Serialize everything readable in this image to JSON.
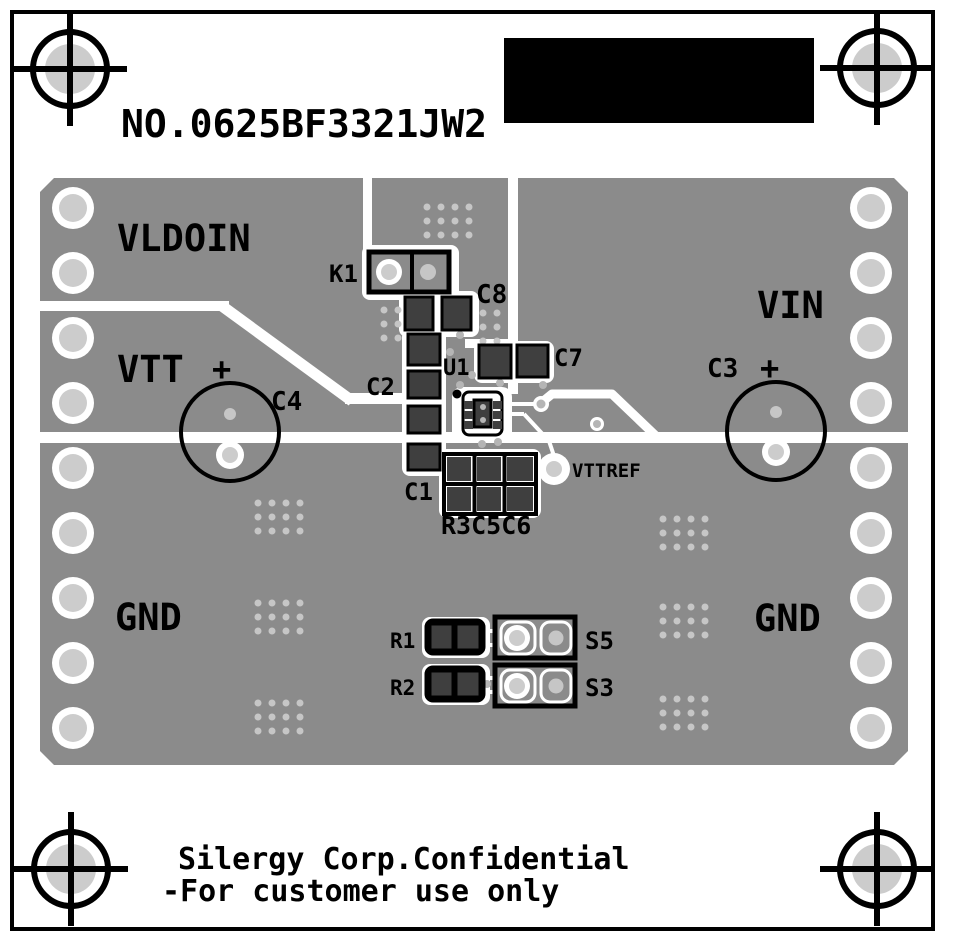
{
  "silkscreen": {
    "part_number": "NO.0625BF3321JW2",
    "confidential_line1": "Silergy Corp.Confidential",
    "confidential_line2": "-For customer use only",
    "net_labels": {
      "vldoin": "VLDOIN",
      "vtt": "VTT",
      "vin": "VIN",
      "gnd_left": "GND",
      "gnd_right": "GND",
      "vttref": "VTTREF"
    },
    "refdes": {
      "k1": "K1",
      "c8": "C8",
      "c7": "C7",
      "c2": "C2",
      "c1": "C1",
      "u1": "U1",
      "c4": "C4",
      "c3": "C3",
      "r3c5c6": "R3C5C6",
      "r1": "R1",
      "r2": "R2",
      "s5": "S5",
      "s3": "S3"
    },
    "polarity": {
      "c4_plus": "+",
      "c3_plus": "+"
    }
  },
  "colors": {
    "background": "#ffffff",
    "copper": "#8b8b8b",
    "silkscreen": "#000000",
    "pad_ring": "#ffffff",
    "pad_hole": "#cccccc",
    "smd_pad": "#3f3f3f",
    "via_dot": "#c6c6c6"
  }
}
